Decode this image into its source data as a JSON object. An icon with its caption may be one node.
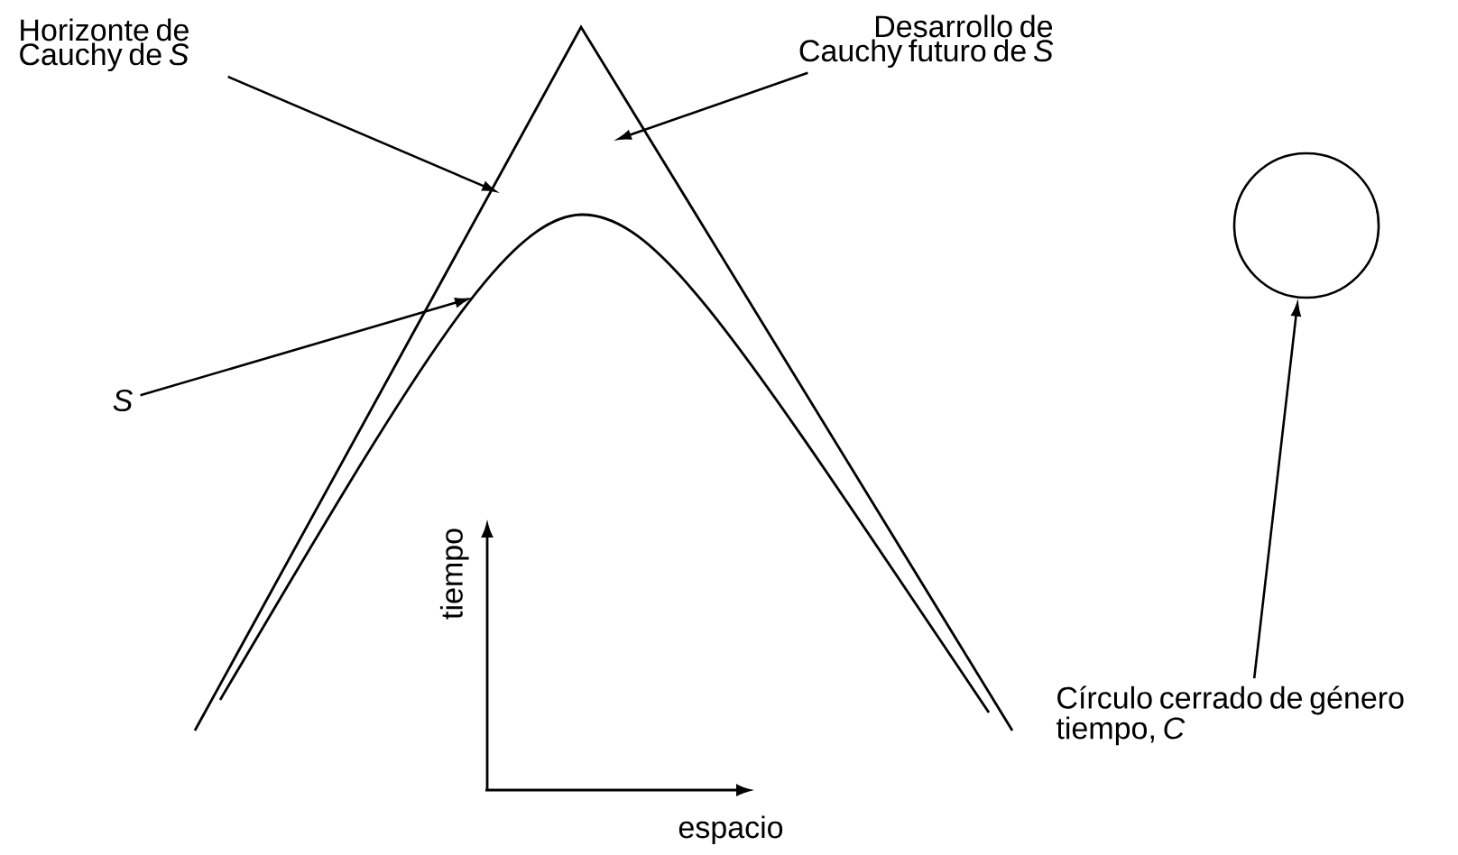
{
  "diagram": {
    "nodes": [
      {
        "text": [
          "Horizonte de Cauchy de *S*"
        ]
      },
      {
        "text": [
          "Desarrollo de Cauchy futuro de *S*"
        ]
      },
      {
        "text": [
          "S"
        ]
      },
      {
        "text": [],
        "shape": "circle"
      },
      {
        "text": [
          "Círculo cerrado de género tiempo, *C*"
        ]
      }
    ],
    "edges": [
      {
        "from": 0,
        "to": null,
        "arrow": "to"
      },
      {
        "from": 1,
        "to": null,
        "arrow": "to"
      },
      {
        "from": 2,
        "to": null,
        "arrow": "to"
      },
      {
        "from": 4,
        "to": 3,
        "arrow": "to"
      }
    ],
    "labels": [
      "tiempo",
      "espacio"
    ]
  }
}
